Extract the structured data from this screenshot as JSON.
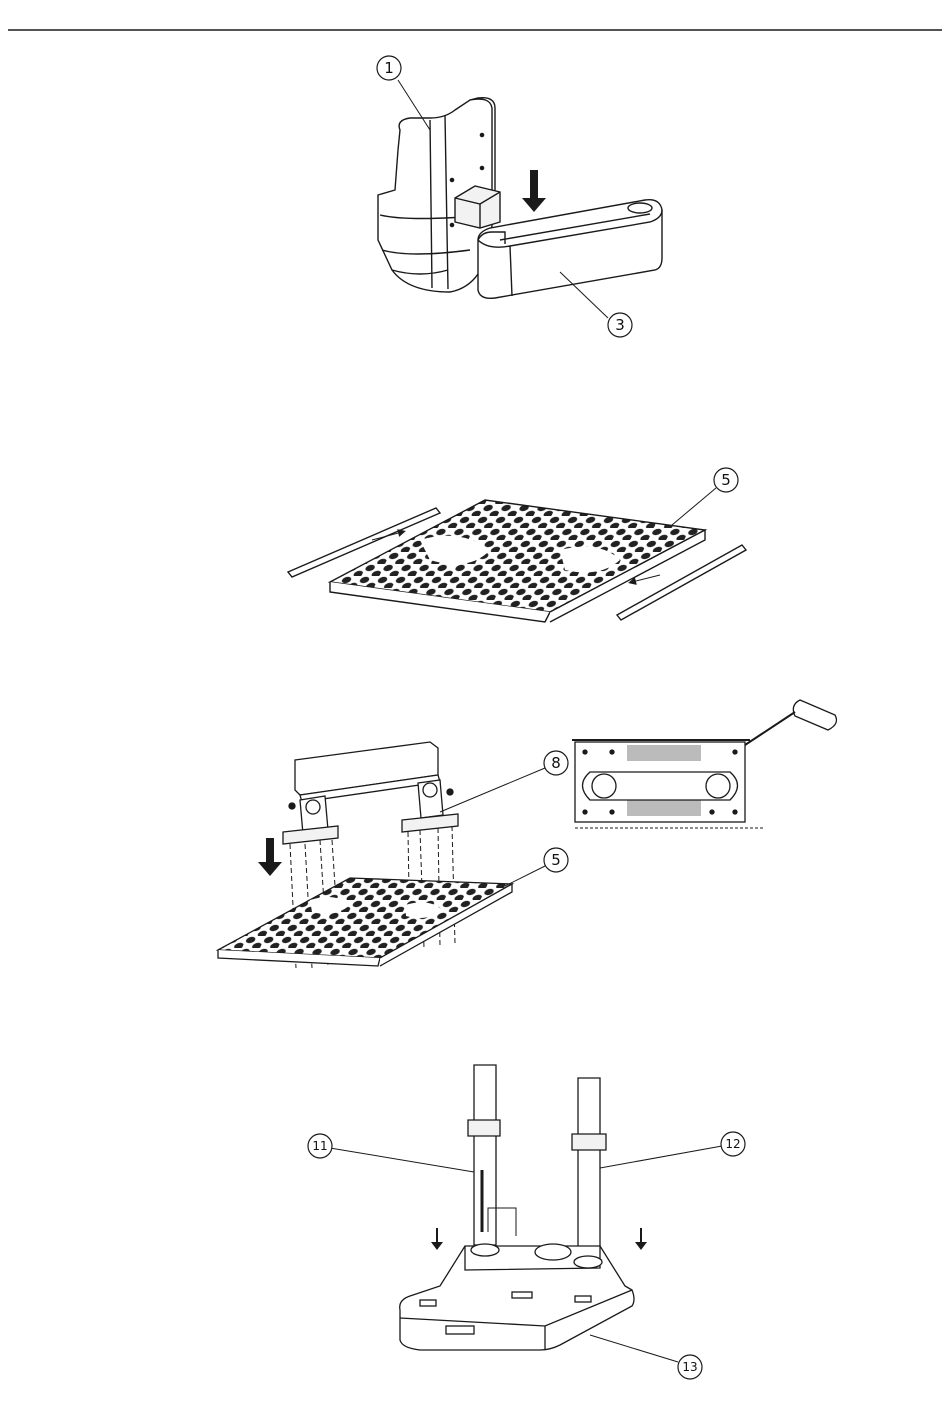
{
  "page": {
    "top_rule": true
  },
  "callouts": {
    "c1": "1",
    "c3": "3",
    "c5a": "5",
    "c8": "8",
    "c5b": "5",
    "c11": "11",
    "c12": "12",
    "c13": "13"
  },
  "colors": {
    "ink": "#1a1a1a",
    "fill_light": "#f2f2f2",
    "fill_dark": "#2a2a2a",
    "paper": "#ffffff"
  },
  "steps": [
    {
      "id": "step-1",
      "callouts": [
        "1",
        "3"
      ]
    },
    {
      "id": "step-2",
      "callouts": [
        "5"
      ]
    },
    {
      "id": "step-3",
      "callouts": [
        "8",
        "5"
      ]
    },
    {
      "id": "step-4",
      "callouts": [
        "11",
        "12",
        "13"
      ]
    }
  ]
}
